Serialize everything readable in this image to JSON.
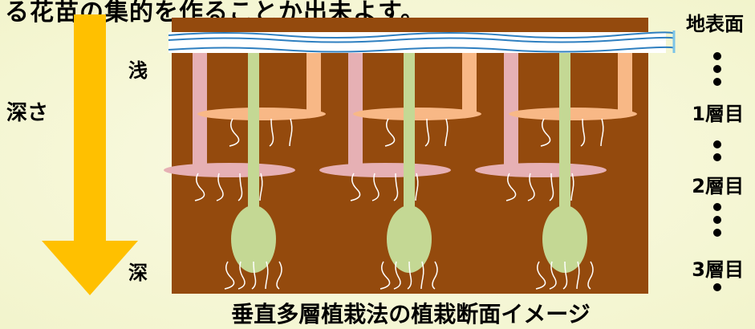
{
  "top_text": "る花苗の集的を作ることか出未よす。",
  "depth_label": "深さ",
  "shallow_label": "浅",
  "deep_label": "深",
  "layers": {
    "surface": "地表面",
    "layer1": "1層目",
    "layer2": "2層目",
    "layer3": "3層目"
  },
  "caption": "垂直多層植栽法の植栽断面イメージ",
  "colors": {
    "soil": "#944a0d",
    "soil_top": "#8a4209",
    "arrow": "#ffc000",
    "pink_plant": "#e6b0b4",
    "orange_plant": "#f8b886",
    "green_plant": "#c4d894",
    "water_line": "#2e7fc0",
    "root": "#ffffff"
  }
}
